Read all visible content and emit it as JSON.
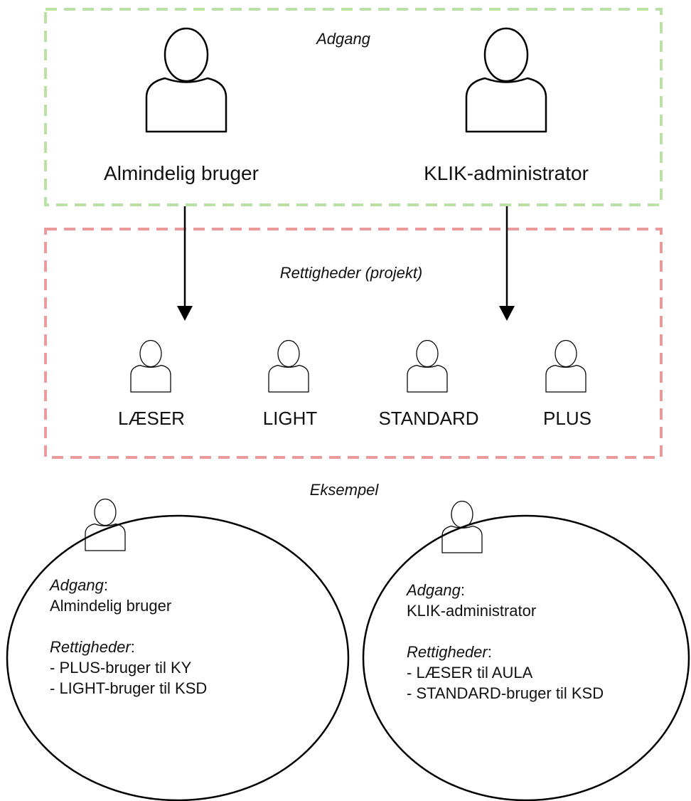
{
  "colors": {
    "access_border": "#b9e0a5",
    "rights_border": "#ea9a9a",
    "stroke": "#000000",
    "text": "#111111"
  },
  "access_group": {
    "title": "Adgang",
    "users": [
      {
        "icon": "person-icon",
        "label": "Almindelig bruger"
      },
      {
        "icon": "person-icon",
        "label": "KLIK-administrator"
      }
    ]
  },
  "rights_group": {
    "title": "Rettigheder (projekt)",
    "roles": [
      {
        "icon": "person-icon",
        "label": "LÆSER"
      },
      {
        "icon": "person-icon",
        "label": "LIGHT"
      },
      {
        "icon": "person-icon",
        "label": "STANDARD"
      },
      {
        "icon": "person-icon",
        "label": "PLUS"
      }
    ]
  },
  "example": {
    "title": "Eksempel",
    "cards": [
      {
        "icon": "person-icon",
        "access_heading": "Adgang",
        "access_value": "Almindelig bruger",
        "rights_heading": "Rettigheder",
        "rights": [
          "- PLUS-bruger til KY",
          "- LIGHT-bruger til KSD"
        ]
      },
      {
        "icon": "person-icon",
        "access_heading": "Adgang",
        "access_value": "KLIK-administrator",
        "rights_heading": "Rettigheder",
        "rights": [
          "- LÆSER til AULA",
          "- STANDARD-bruger til KSD"
        ]
      }
    ]
  }
}
